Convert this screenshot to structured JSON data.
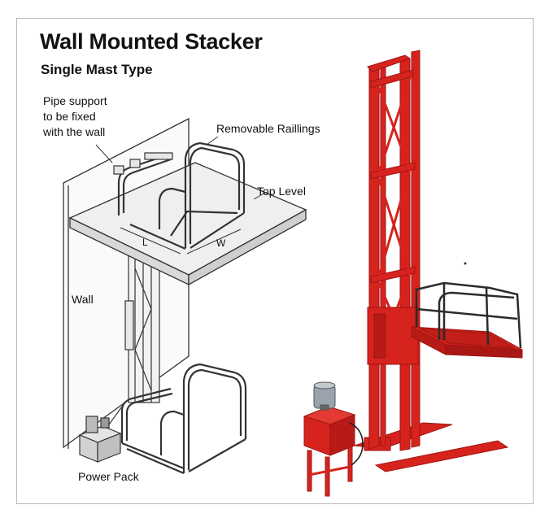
{
  "title": "Wall Mounted Stacker",
  "subtitle": "Single Mast Type",
  "labels": {
    "pipe_support_line1": "Pipe support",
    "pipe_support_line2": "to be fixed",
    "pipe_support_line3": "with the wall",
    "removable_railings": "Removable Raillings",
    "top_level": "Top Level",
    "length": "L",
    "width": "W",
    "wall": "Wall",
    "power_pack": "Power Pack"
  },
  "colors": {
    "frame_border": "#b9b9b9",
    "drawing_line": "#333333",
    "stacker_red": "#d7231e",
    "stacker_dark_red": "#9e1512",
    "motor_grey": "#9aa3ad"
  }
}
